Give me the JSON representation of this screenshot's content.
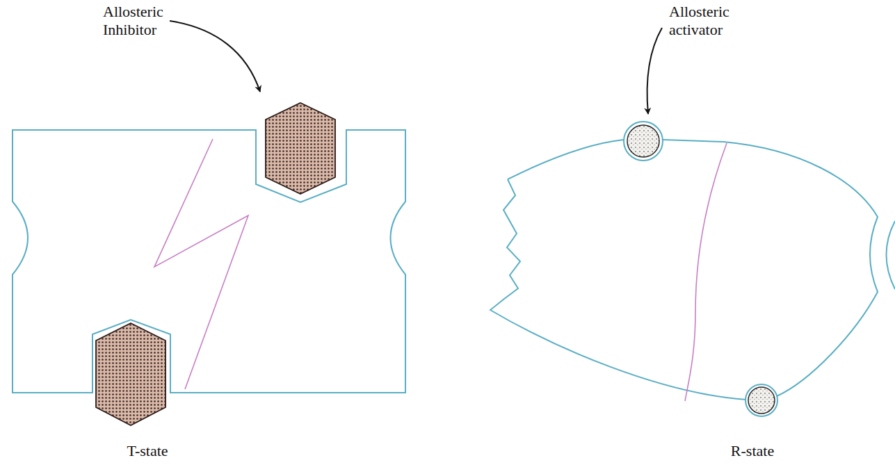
{
  "diagram": {
    "labels": [
      "Allosteric Inhibitor",
      "Allosteric activator",
      "T-state",
      "R-state"
    ]
  }
}
